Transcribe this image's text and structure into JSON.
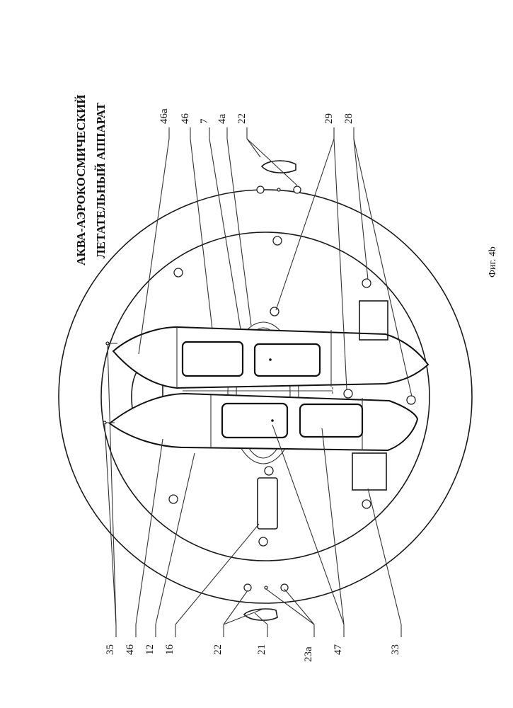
{
  "title": {
    "line1": "АКВА-АЭРОКОСМИЧЕСКИЙ",
    "line2": "ЛЕТАТЕЛЬНЫЙ АППАРАТ"
  },
  "caption": "Фиг. 4b",
  "labels": {
    "l46a": "46a",
    "l46_top": "46",
    "l7": "7",
    "l4a": "4a",
    "l22_top": "22",
    "l29": "29",
    "l28": "28",
    "l35": "35",
    "l46_bottom": "46",
    "l12": "12",
    "l16": "16",
    "l22_bottom": "22",
    "l21": "21",
    "l23a": "23a",
    "l47": "47",
    "l33": "33"
  }
}
